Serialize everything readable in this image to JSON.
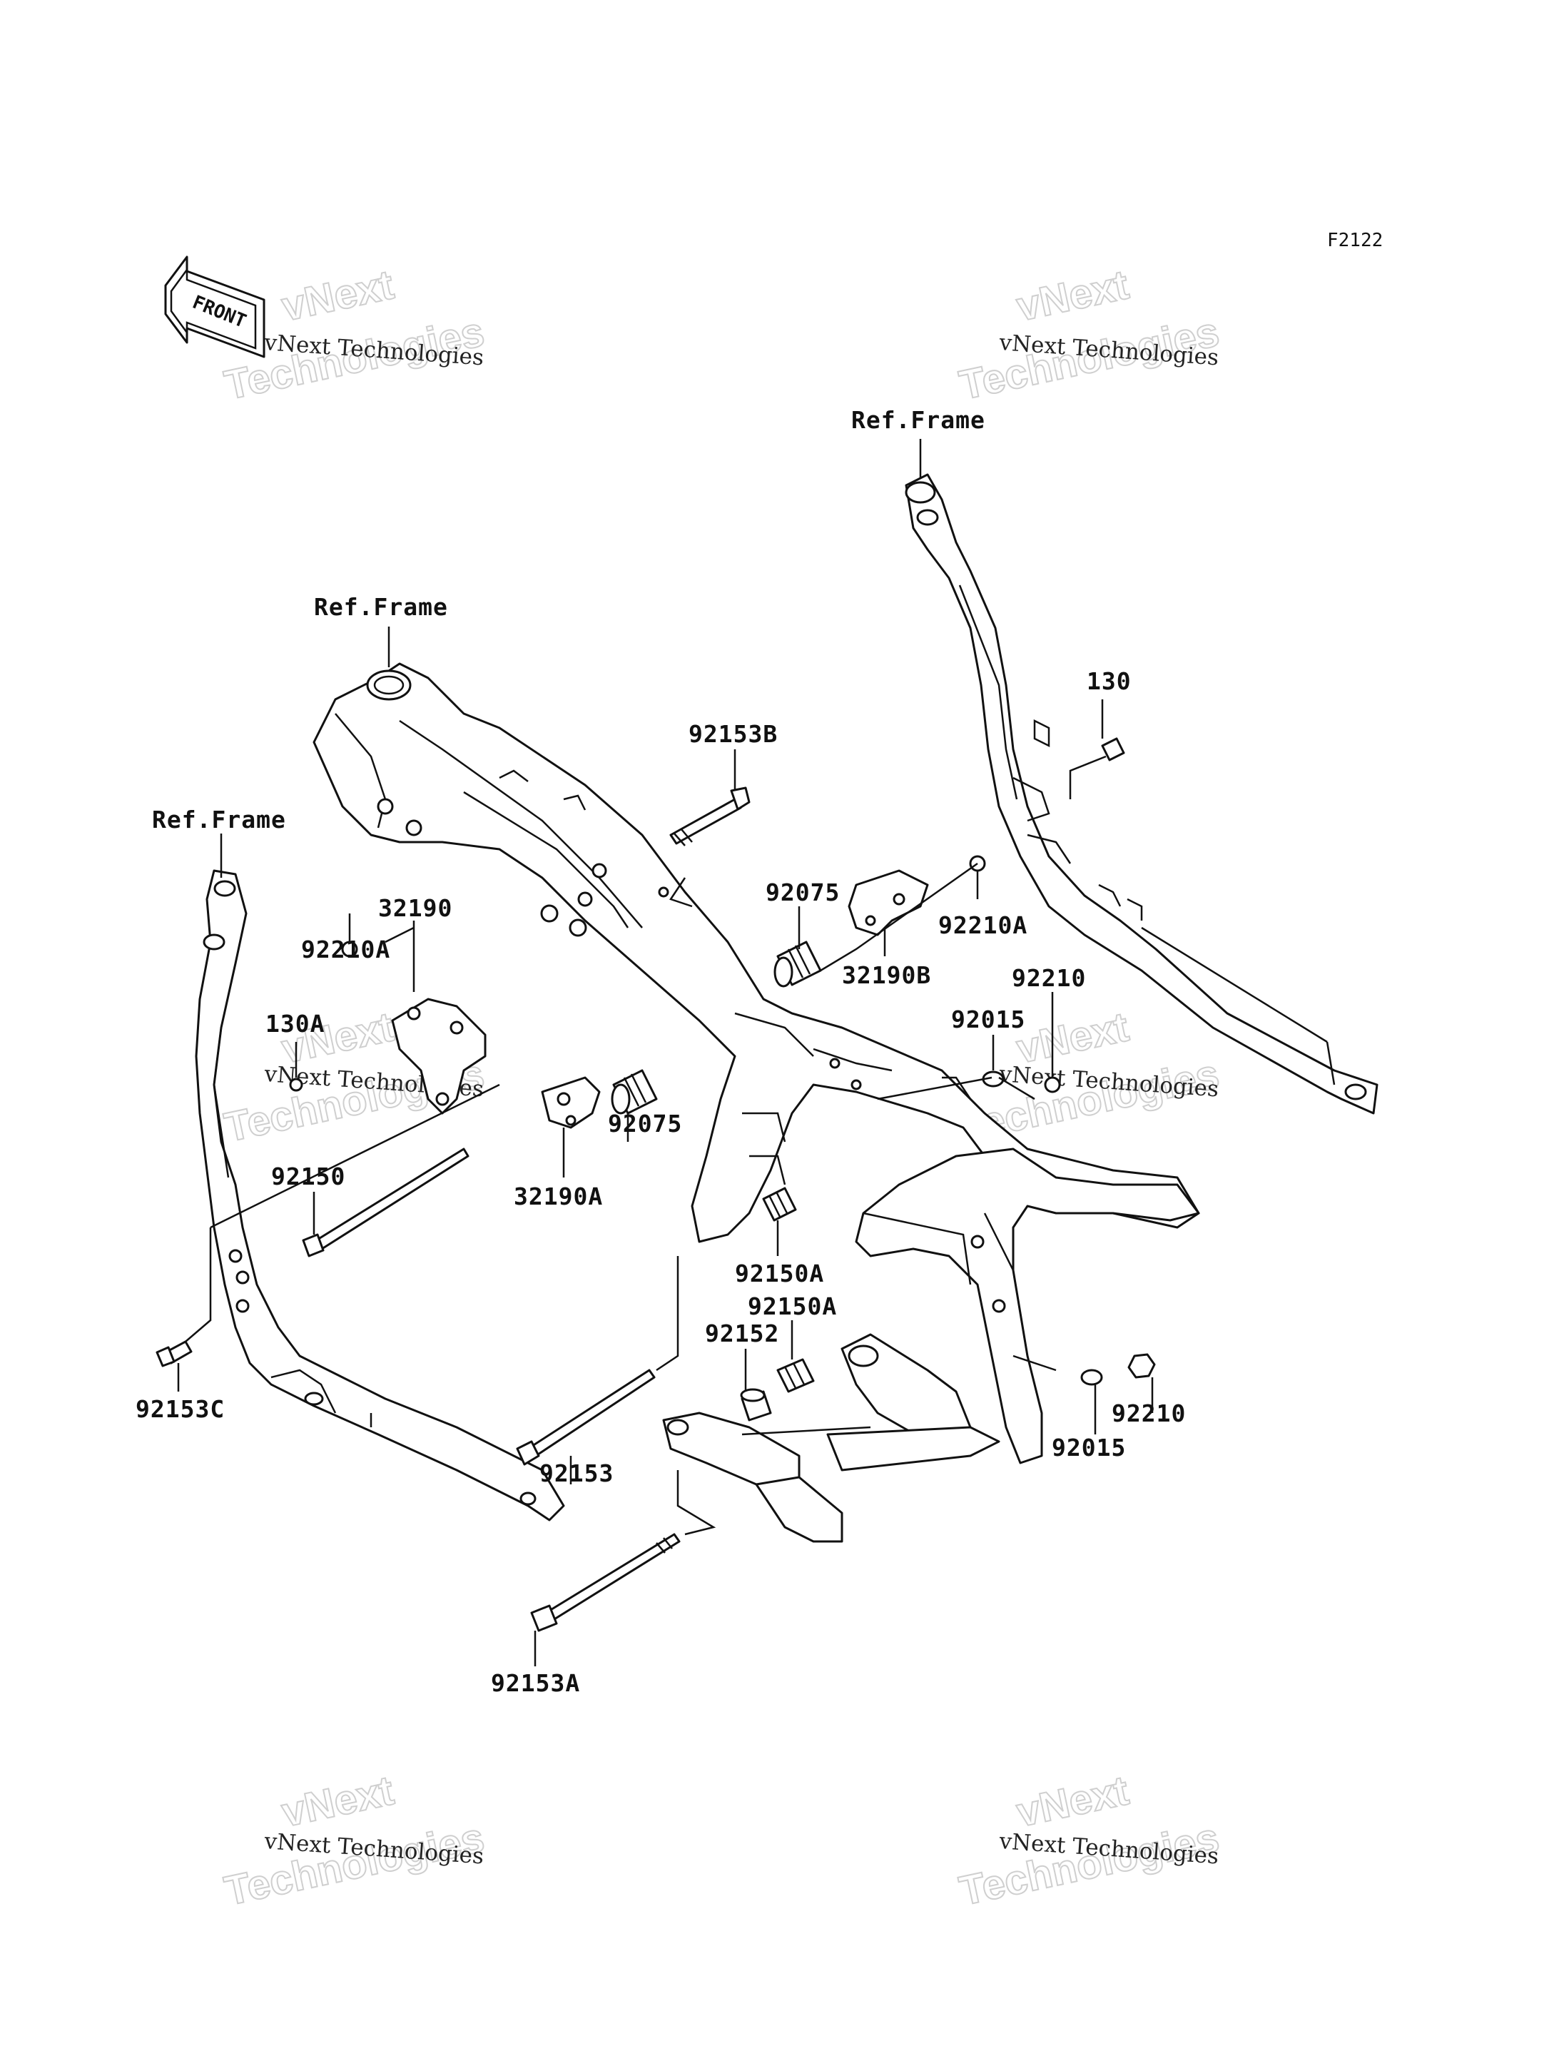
{
  "diagram_code": "F2122",
  "front_marker": "FRONT",
  "watermark": {
    "line1": "vNext Technologies",
    "line2": "vNext",
    "line3": "Technologies"
  },
  "labels": {
    "ref_frame_top": "Ref.Frame",
    "ref_frame_center": "Ref.Frame",
    "ref_frame_left": "Ref.Frame",
    "p130": "130",
    "p92153B": "92153B",
    "p92075_upper": "92075",
    "p92210A_right": "92210A",
    "p32190B": "32190B",
    "p32190": "32190",
    "p92210A_left": "92210A",
    "p130A": "130A",
    "p92210_upper": "92210",
    "p92015_upper": "92015",
    "p92075_lower": "92075",
    "p32190A": "32190A",
    "p92150": "92150",
    "p92150A_upper": "92150A",
    "p92150A_lower": "92150A",
    "p92152": "92152",
    "p92153C": "92153C",
    "p92153": "92153",
    "p92210_lower": "92210",
    "p92015_lower": "92015",
    "p92153A": "92153A"
  }
}
